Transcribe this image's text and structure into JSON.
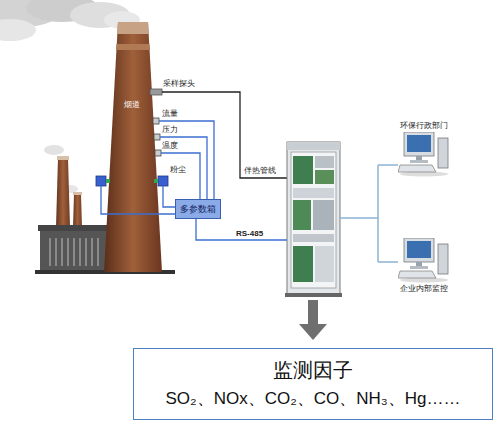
{
  "diagram": {
    "nodes": [
      {
        "text": [
          "多参数箱"
        ]
      },
      {
        "text": [
          "环保行政部门"
        ]
      },
      {
        "text": [
          "企业内部监控"
        ]
      },
      {
        "text": [
          "监测因子",
          "SO₂、NOx、CO₂、CO、NH₃、Hg……"
        ]
      }
    ],
    "labels": [
      "采样探头",
      "烟道",
      "流量",
      "压力",
      "温度",
      "粉尘",
      "伴热管线",
      "RS-485"
    ]
  }
}
